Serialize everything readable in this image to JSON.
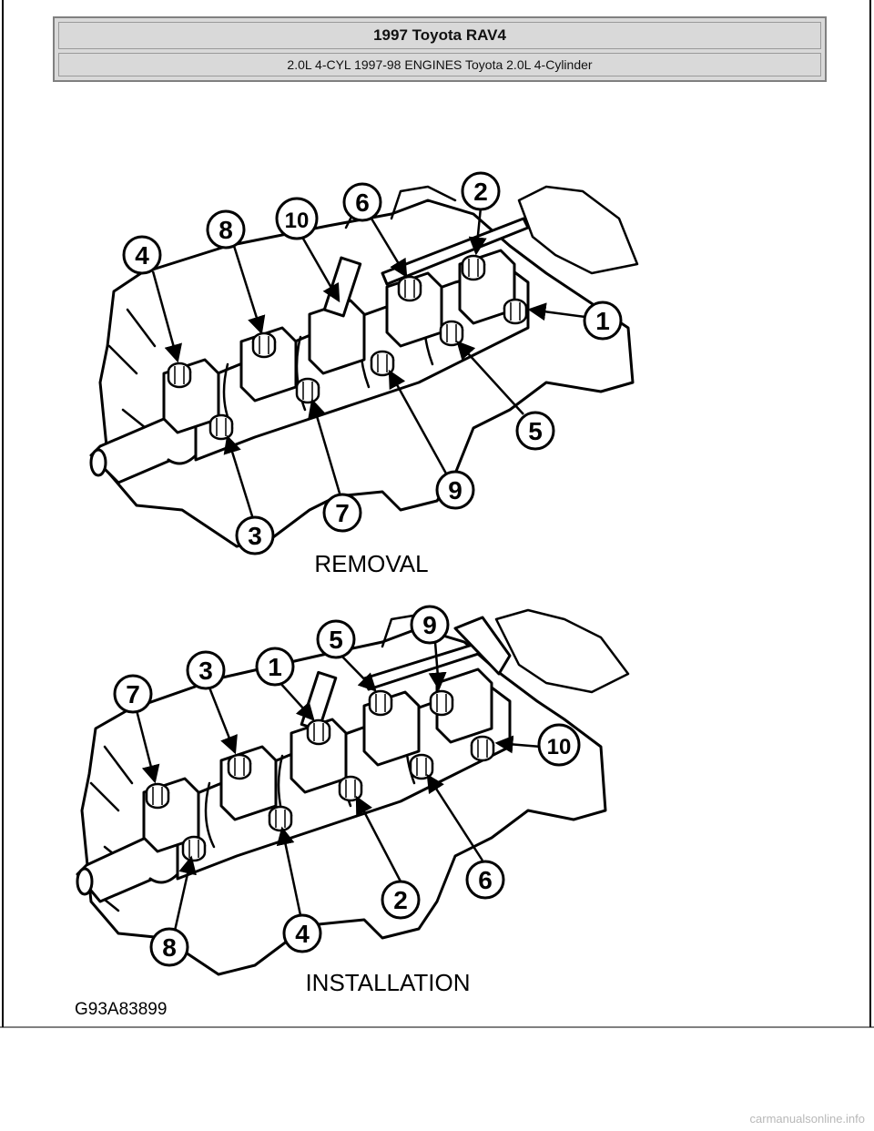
{
  "header": {
    "title": "1997 Toyota RAV4",
    "subtitle": "2.0L 4-CYL 1997-98 ENGINES Toyota 2.0L 4-Cylinder"
  },
  "figure": {
    "removal": {
      "caption": "REMOVAL",
      "callouts": [
        "1",
        "2",
        "3",
        "4",
        "5",
        "6",
        "7",
        "8",
        "9",
        "10"
      ]
    },
    "installation": {
      "caption": "INSTALLATION",
      "callouts": [
        "1",
        "2",
        "3",
        "4",
        "5",
        "6",
        "7",
        "8",
        "9",
        "10"
      ]
    },
    "figure_id": "G93A83899"
  },
  "watermark": "carmanualsonline.info"
}
